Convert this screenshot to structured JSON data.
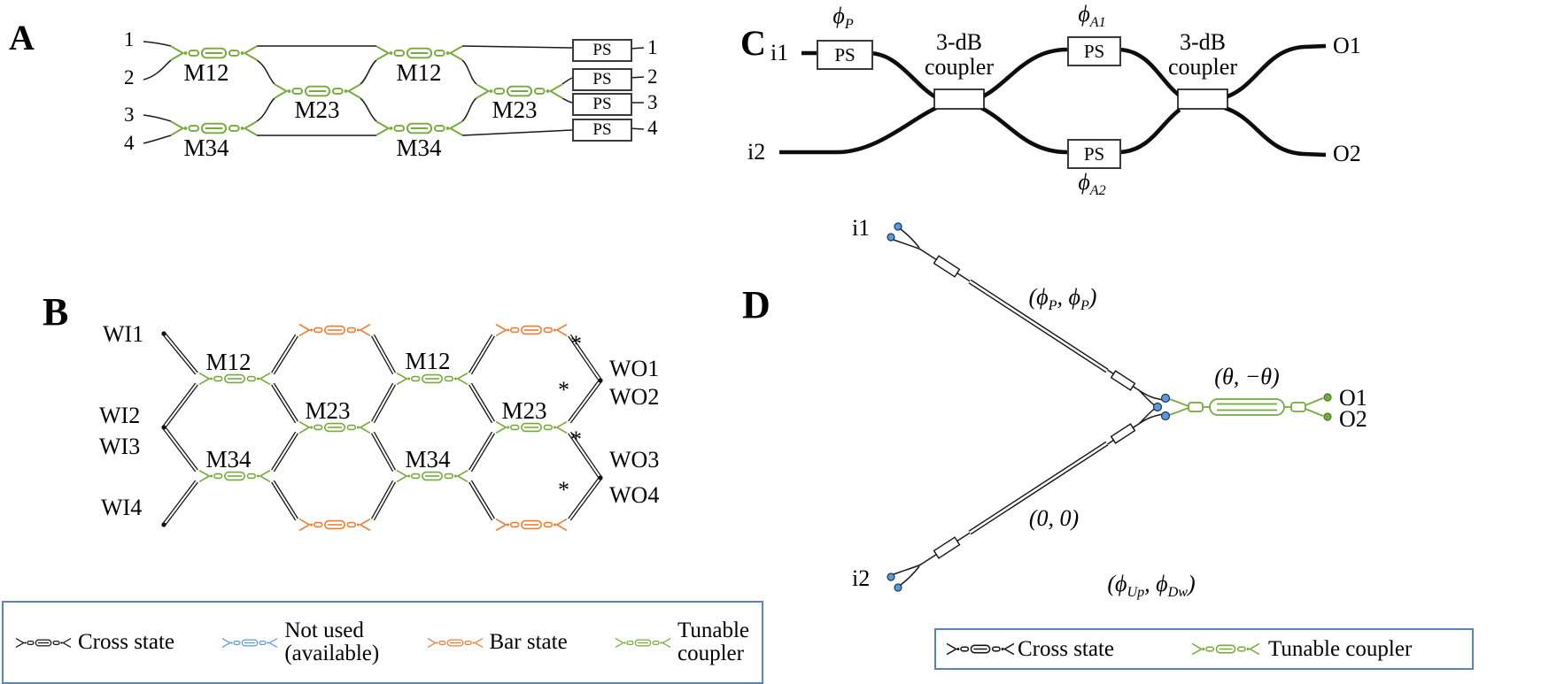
{
  "panel_a": {
    "label": "A",
    "inputs": [
      "1",
      "2",
      "3",
      "4"
    ],
    "couplers": [
      "M12",
      "M23",
      "M34",
      "M12",
      "M23",
      "M34"
    ],
    "ps": "PS",
    "outputs": [
      "1",
      "2",
      "3",
      "4"
    ]
  },
  "panel_b": {
    "label": "B",
    "inputs": [
      "WI1",
      "WI2",
      "WI3",
      "WI4"
    ],
    "couplers": [
      "M12",
      "M23",
      "M34",
      "M12",
      "M23",
      "M34"
    ],
    "outputs": [
      "WO1",
      "WO2",
      "WO3",
      "WO4"
    ],
    "asterisk": "*"
  },
  "panel_c": {
    "label": "C",
    "input1": "i1",
    "input2": "i2",
    "ps": "PS",
    "coupler_line1": "3-dB",
    "coupler_line2": "coupler",
    "phi_p": {
      "base": "ϕ",
      "sub": "P"
    },
    "phi_a1": {
      "base": "ϕ",
      "sub": "A1"
    },
    "phi_a2": {
      "base": "ϕ",
      "sub": "A2"
    },
    "output1": "O1",
    "output2": "O2"
  },
  "panel_d": {
    "label": "D",
    "input1": "i1",
    "input2": "i2",
    "output1": "O1",
    "output2": "O2",
    "arm_top": {
      "p0": "(ϕ",
      "s0": "P",
      "p1": ", ϕ",
      "s1": "P",
      "p2": ")"
    },
    "theta": "(θ, −θ)",
    "arm_bottom": "(0, 0)",
    "phase": {
      "p0": "(ϕ",
      "s0": "Up",
      "p1": ", ϕ",
      "s1": "Dw",
      "p2": ")"
    }
  },
  "legend_main": {
    "cross": "Cross state",
    "unused_1": "Not used",
    "unused_2": "(available)",
    "bar": "Bar state",
    "tunable_1": "Tunable",
    "tunable_2": "coupler"
  },
  "legend_d": {
    "cross": "Cross state",
    "tunable": "Tunable coupler"
  },
  "colors": {
    "tunable_green": "#74AB3B",
    "bar_orange": "#ED7D31",
    "unused_blue": "#5B9BD5",
    "legend_border": "#5B83B8"
  }
}
